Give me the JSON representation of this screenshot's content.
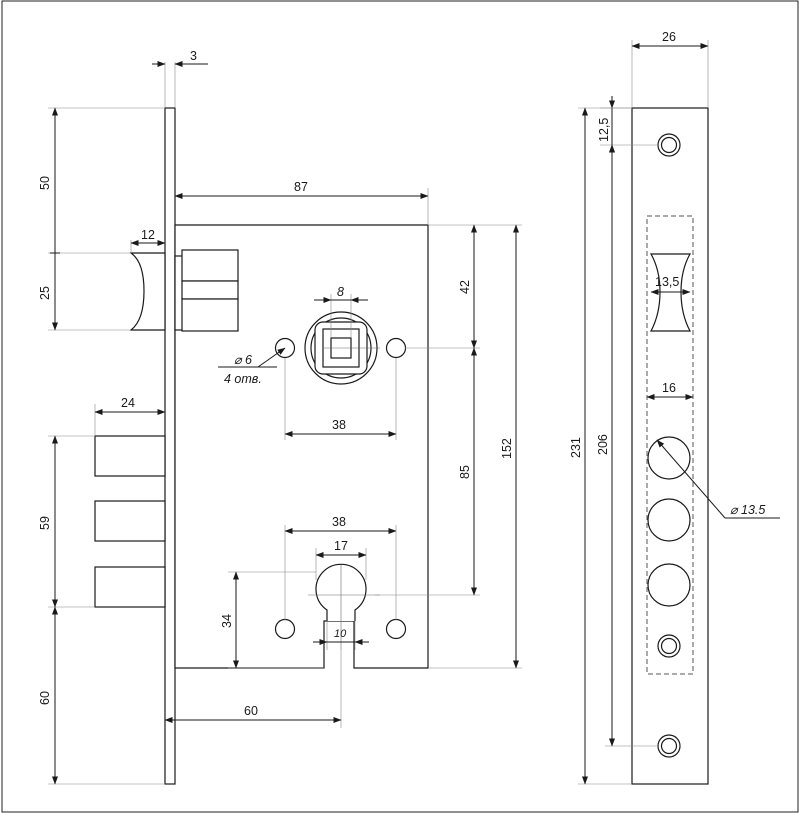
{
  "drawing": {
    "labels": {
      "face_thickness": "3",
      "strike_width": "26",
      "top_to_latch": "50",
      "latch_height": "25",
      "latch_projection": "12",
      "backset_depth": "87",
      "spindle_square": "8",
      "hole_note_dia": "⌀ 6",
      "hole_note_count": "4 отв.",
      "hole_spacing_top": "38",
      "latch_to_spindle": "42",
      "spindle_to_cylinder": "85",
      "case_height": "152",
      "bolt_projection": "24",
      "bolt_span": "59",
      "hole_spacing_bottom": "38",
      "cyl_upper_width": "17",
      "cyl_lower_width": "10",
      "cyl_to_bottom": "34",
      "bottom_to_face": "60",
      "backset": "60",
      "strike_top_hole": "12,5",
      "strike_latch_slot": "13,5",
      "strike_bolt_width": "16",
      "strike_hole_dia": "⌀ 13.5",
      "strike_length": "231",
      "strike_hole_span": "206"
    }
  }
}
